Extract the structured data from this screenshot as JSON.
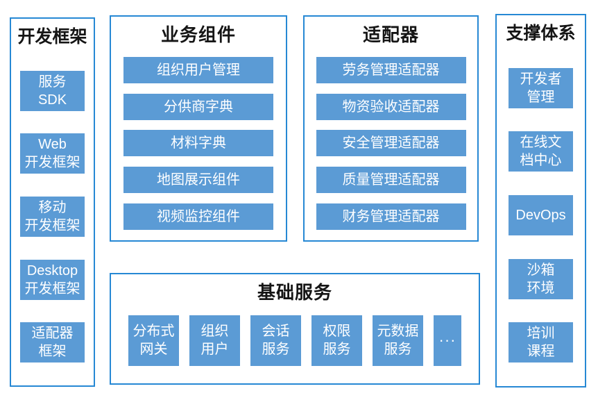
{
  "colors": {
    "box_fill": "#5b9bd5",
    "panel_border": "#2688d4",
    "box_text": "#ffffff",
    "title_text": "#151515",
    "background": "#ffffff"
  },
  "sections": {
    "dev_framework": {
      "title": "开发框架",
      "items": [
        "服务\nSDK",
        "Web\n开发框架",
        "移动\n开发框架",
        "Desktop\n开发框架",
        "适配器\n框架"
      ]
    },
    "business_components": {
      "title": "业务组件",
      "items": [
        "组织用户管理",
        "分供商字典",
        "材料字典",
        "地图展示组件",
        "视频监控组件"
      ]
    },
    "adapters": {
      "title": "适配器",
      "items": [
        "劳务管理适配器",
        "物资验收适配器",
        "安全管理适配器",
        "质量管理适配器",
        "财务管理适配器"
      ]
    },
    "support_system": {
      "title": "支撑体系",
      "items": [
        "开发者\n管理",
        "在线文\n档中心",
        "DevOps",
        "沙箱\n环境",
        "培训\n课程"
      ]
    },
    "basic_services": {
      "title": "基础服务",
      "items": [
        "分布式\n网关",
        "组织\n用户",
        "会话\n服务",
        "权限\n服务",
        "元数据\n服务",
        "···"
      ]
    }
  }
}
